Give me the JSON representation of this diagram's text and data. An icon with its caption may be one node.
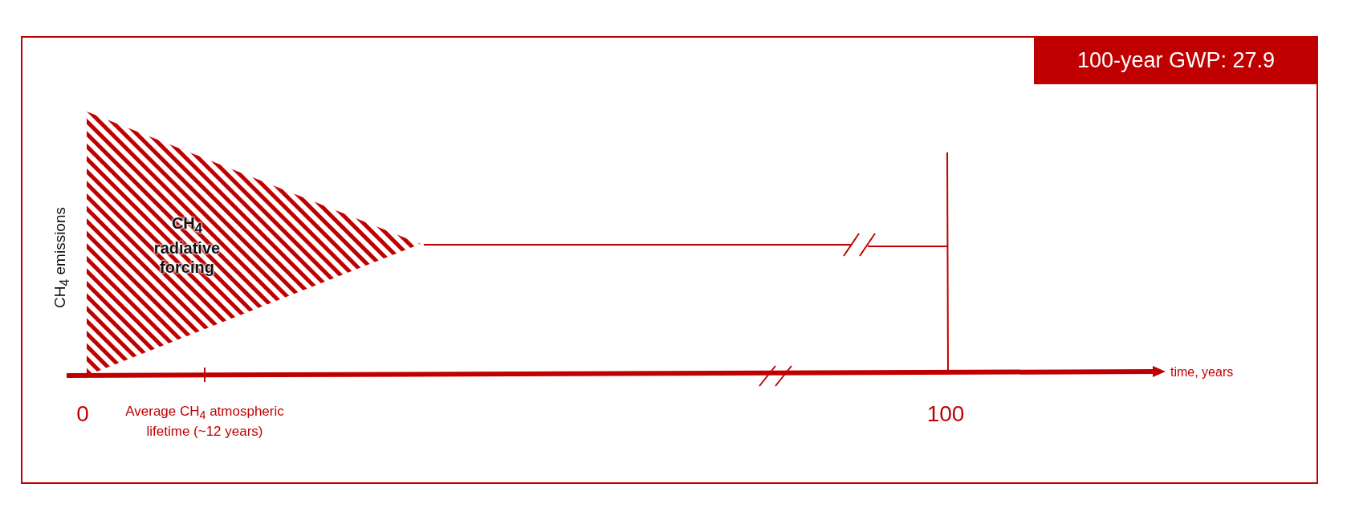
{
  "diagram": {
    "nodes": [
      {
        "text": [
          "100-year GWP: 27.9"
        ]
      },
      {
        "text": [
          "CH$_{4}$ radiative forcing"
        ]
      }
    ],
    "labels": [
      "CH$_{4}$ emissions",
      "0",
      "Average CH$_{4}$ atmospheric lifetime (~12 years)",
      "100",
      "time, years"
    ]
  }
}
